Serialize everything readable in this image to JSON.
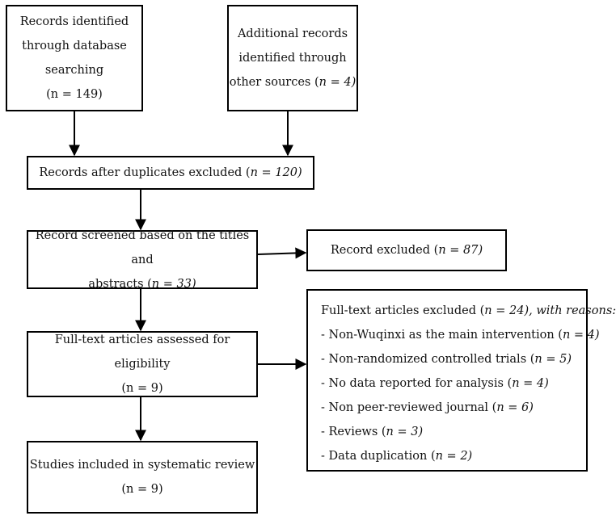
{
  "boxes": {
    "db_search": {
      "lines": [
        "Records identified",
        "through database",
        "searching"
      ],
      "count": "(n = 149)"
    },
    "other_sources": {
      "lines": [
        "Additional records",
        "identified through"
      ],
      "last_prefix": "other sources (",
      "count": "n = 4)"
    },
    "after_duplicates": {
      "prefix": "Records after duplicates excluded (",
      "count": "n = 120)"
    },
    "screened": {
      "line1": "Record screened based on the titles and",
      "prefix": "abstracts (",
      "count": "n = 33)"
    },
    "record_excluded": {
      "prefix": "Record excluded (",
      "count": "n = 87)"
    },
    "fulltext_assessed": {
      "line1": "Full-text articles assessed for eligibility",
      "count": "(n = 9)"
    },
    "fulltext_excluded": {
      "header_prefix": "Full-text articles excluded (",
      "header_count": "n = 24), with reasons:",
      "reasons": [
        {
          "text": "- Non-Wuqinxi as the main intervention (",
          "count": "n = 4)"
        },
        {
          "text": "- Non-randomized controlled trials (",
          "count": "n = 5)"
        },
        {
          "text": "- No data reported for analysis (",
          "count": "n = 4)"
        },
        {
          "text": "- Non peer-reviewed journal (",
          "count": "n = 6)"
        },
        {
          "text": "- Reviews (",
          "count": "n = 3)"
        },
        {
          "text": "- Data duplication (",
          "count": "n = 2)"
        }
      ]
    },
    "included": {
      "line1": "Studies included in systematic review",
      "count": "(n = 9)"
    }
  }
}
